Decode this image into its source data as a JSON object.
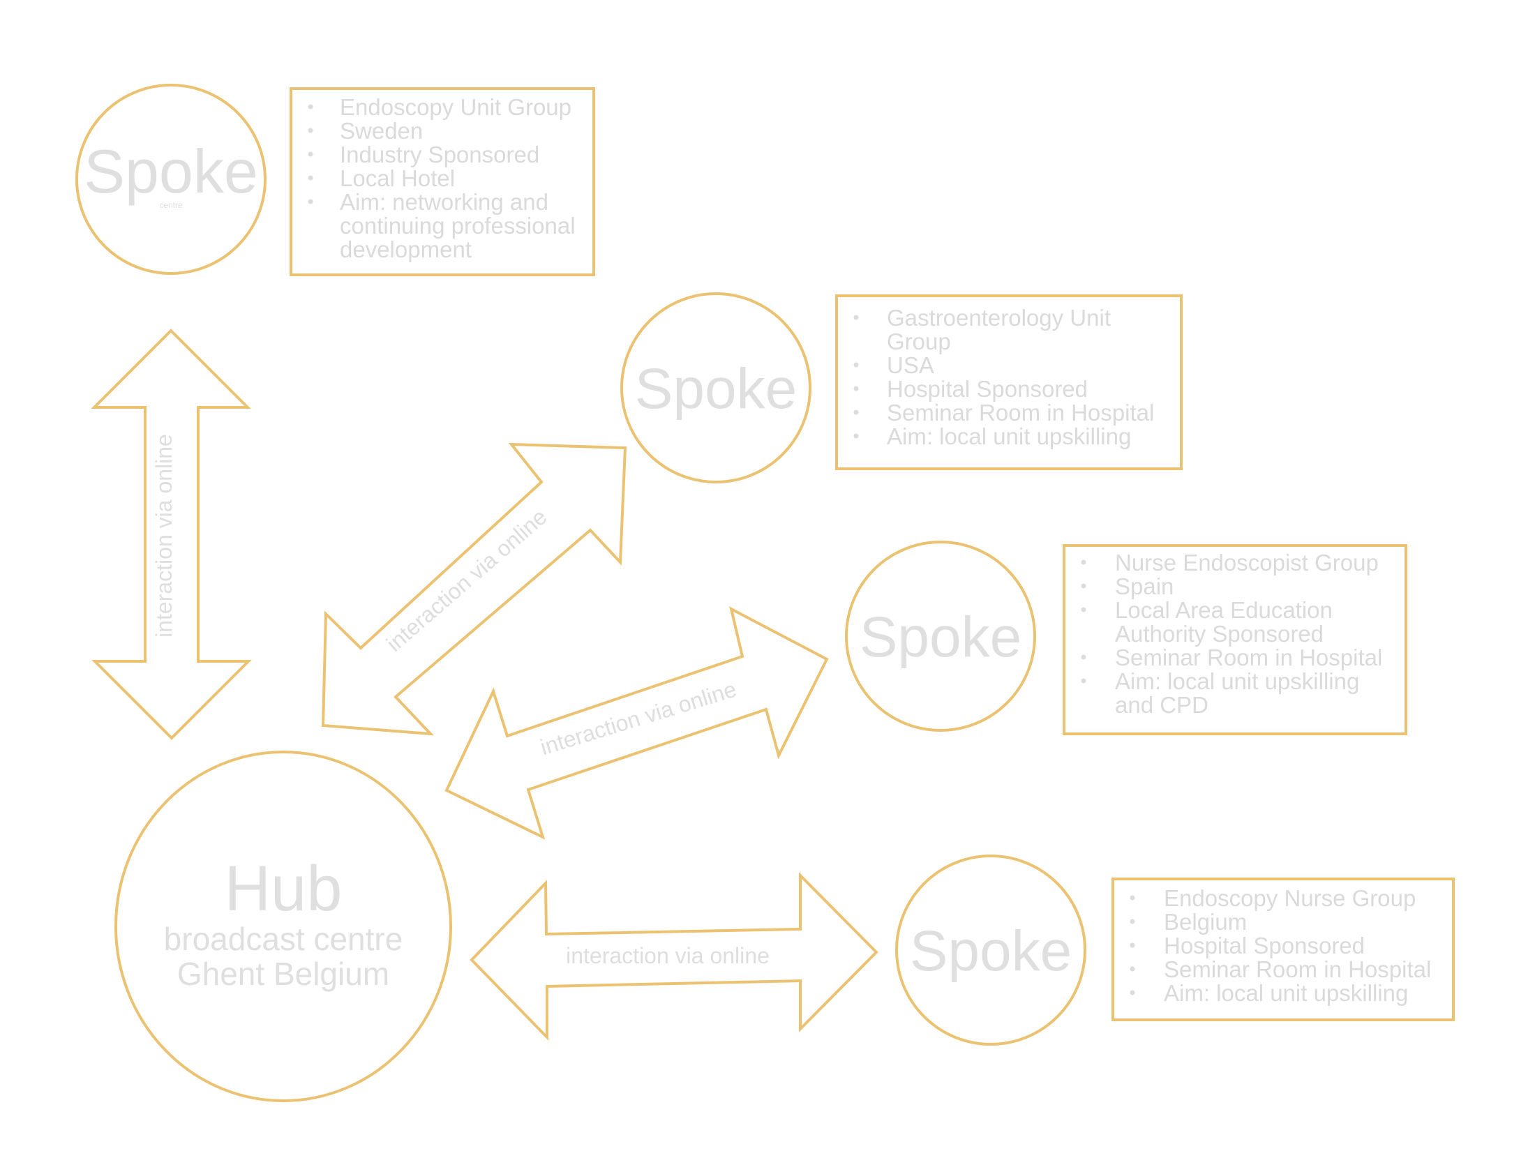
{
  "diagram": {
    "hub": {
      "title": "Hub",
      "subtitle_line1": "broadcast centre",
      "subtitle_line2": "Ghent Belgium"
    },
    "spokes": [
      {
        "label": "Spoke",
        "sublabel": "centre",
        "bullets": [
          [
            "Endoscopy Unit Group"
          ],
          [
            "Sweden"
          ],
          [
            "Industry Sponsored"
          ],
          [
            "Local Hotel"
          ],
          [
            "Aim: networking and",
            "continuing professional",
            "development"
          ]
        ]
      },
      {
        "label": "Spoke",
        "bullets": [
          [
            "Gastroenterology Unit",
            "Group"
          ],
          [
            "USA"
          ],
          [
            "Hospital Sponsored"
          ],
          [
            "Seminar Room in Hospital"
          ],
          [
            "Aim: local unit upskilling"
          ]
        ]
      },
      {
        "label": "Spoke",
        "bullets": [
          [
            "Nurse Endoscopist Group"
          ],
          [
            "Spain"
          ],
          [
            "Local Area Education",
            "Authority Sponsored"
          ],
          [
            "Seminar Room in Hospital"
          ],
          [
            "Aim: local unit upskilling",
            "and CPD"
          ]
        ]
      },
      {
        "label": "Spoke",
        "bullets": [
          [
            "Endoscopy Nurse Group"
          ],
          [
            "Belgium"
          ],
          [
            "Hospital Sponsored"
          ],
          [
            "Seminar Room in Hospital"
          ],
          [
            "Aim: local unit upskilling"
          ]
        ]
      }
    ],
    "connector_label": "interaction via online",
    "colors": {
      "outline": "#ebc271",
      "text": "#dfdfdf"
    }
  }
}
